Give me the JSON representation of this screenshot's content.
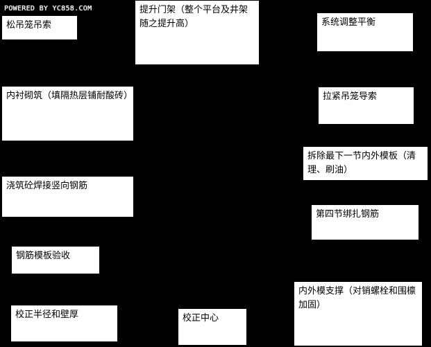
{
  "watermark": "POWERED BY YC858.COM",
  "steps": {
    "s1": "校正半径和壁厚",
    "s2": "钢筋模板验收",
    "s3": "浇筑砼焊接竖向钢筋",
    "s4": "内衬砌筑（填隔热层铺耐酸砖）",
    "s5": "松吊笼吊索",
    "s6": "提升门架（整个平台及井架随之提升高）",
    "s7": "系统调整平衡",
    "s8": "拉紧吊笼导索",
    "s9": "拆除最下一节内外模板（清理、刷油）",
    "s10": "第四节绑扎钢筋",
    "s11": "内外模支撑（对销螺栓和围檩加固）",
    "s12": "校正中心"
  }
}
